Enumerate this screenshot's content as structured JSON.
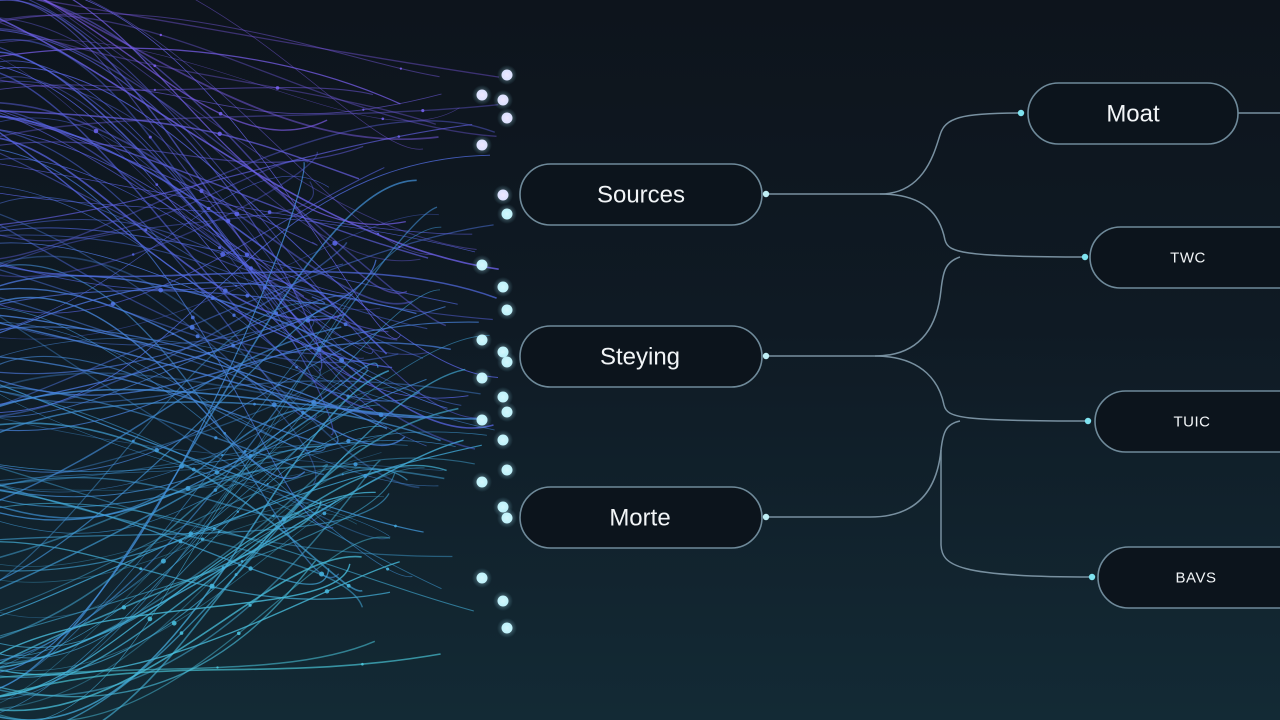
{
  "colors": {
    "background_top": "#0d141c",
    "background_bottom": "#132a35",
    "fiber_violet": "#7a5cf0",
    "fiber_blue": "#4f6fe8",
    "fiber_cyan": "#4fd0e0",
    "connector": "#7890a0",
    "node_outline": "#6f8a9a",
    "node_text": "#f2f5f7",
    "port_dot": "#bfeef5"
  },
  "diagram": {
    "input_nodes": [
      {
        "label": "Sources"
      },
      {
        "label": "Steying"
      },
      {
        "label": "Morte"
      }
    ],
    "output_nodes": [
      {
        "label": "Moat"
      },
      {
        "label": "TWC"
      },
      {
        "label": "TUIC"
      },
      {
        "label": "BAVS"
      }
    ]
  }
}
